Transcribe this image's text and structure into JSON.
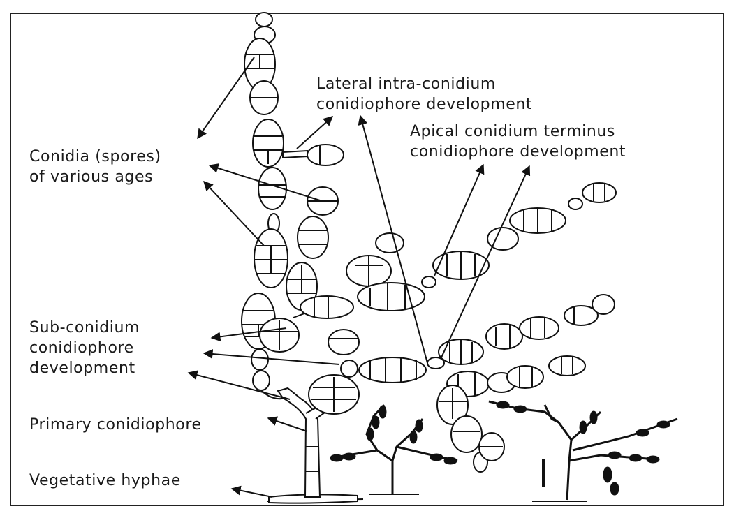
{
  "labels": {
    "lateral": [
      "Lateral intra-conidium",
      "conidiophore development"
    ],
    "apical": [
      "Apical conidium terminus",
      "conidiophore development"
    ],
    "conidia": [
      "Conidia (spores)",
      "of various ages"
    ],
    "sub": [
      "Sub-conidium",
      "conidiophore",
      "development"
    ],
    "primary": "Primary conidiophore",
    "vegetative": "Vegetative hyphae"
  }
}
